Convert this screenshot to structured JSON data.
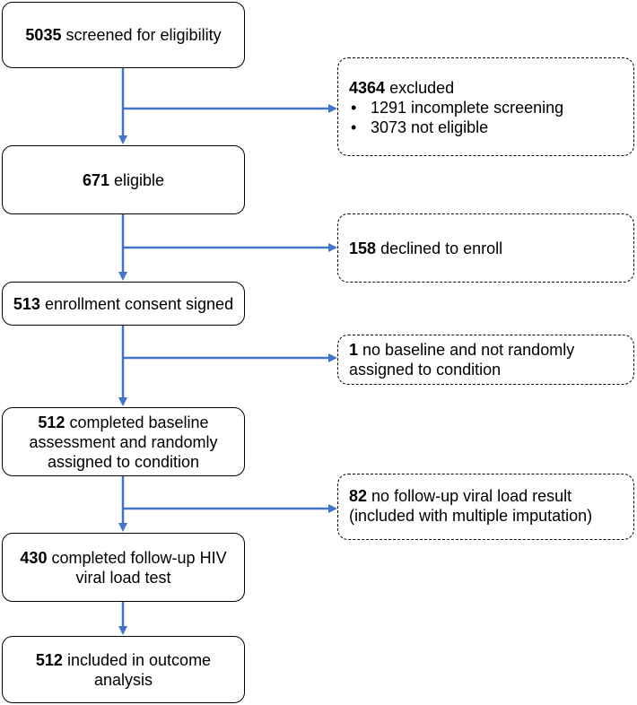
{
  "steps": [
    {
      "count": "5035",
      "text": "screened for eligibility"
    },
    {
      "count": "671",
      "text": "eligible"
    },
    {
      "count": "513",
      "text": "enrollment consent signed"
    },
    {
      "count": "512",
      "text": "completed baseline assessment and randomly assigned to condition"
    },
    {
      "count": "430",
      "text": "completed follow-up HIV viral load test"
    },
    {
      "count": "512",
      "text": "included in outcome analysis"
    }
  ],
  "exclusions": [
    {
      "count": "4364",
      "text": "excluded",
      "items": [
        "1291 incomplete screening",
        "3073 not eligible"
      ]
    },
    {
      "count": "158",
      "text": "declined to enroll"
    },
    {
      "count": "1",
      "text": "no baseline and not randomly assigned to condition"
    },
    {
      "count": "82",
      "text": "no follow-up viral load result (included with multiple imputation)"
    }
  ],
  "colors": {
    "arrow": "#4472c4",
    "border": "#000000"
  }
}
